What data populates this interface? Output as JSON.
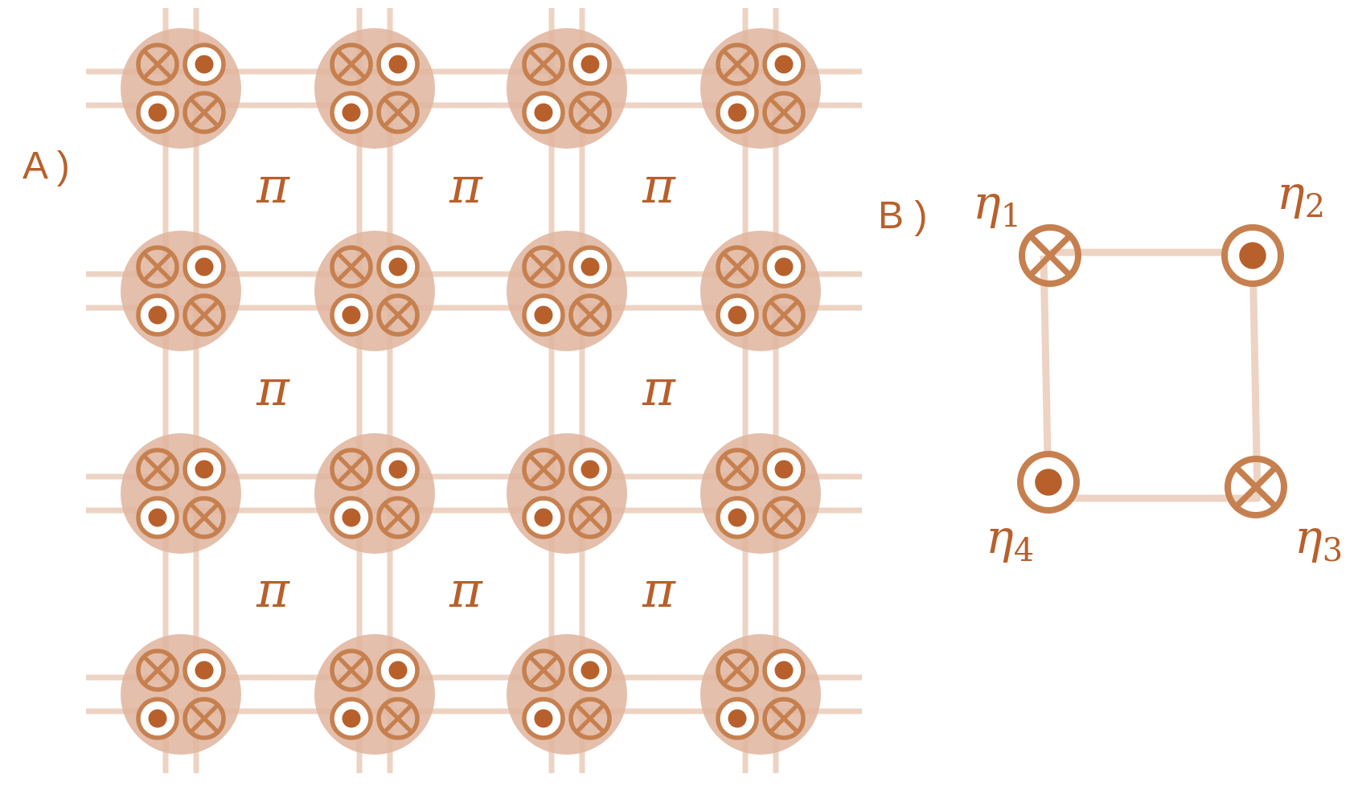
{
  "colors": {
    "accent": "#b8602c",
    "ring": "#c6804f",
    "line": "#edd3c3",
    "disk": "#dfb49d",
    "background": "#ffffff"
  },
  "panel_a": {
    "label": "A )",
    "rows": 4,
    "cols": 4,
    "cell_pattern": [
      [
        "cross",
        "dot"
      ],
      [
        "dot",
        "cross"
      ]
    ],
    "flux_label": "π",
    "flux_plaquettes": [
      {
        "row": 0,
        "col": 0
      },
      {
        "row": 0,
        "col": 1
      },
      {
        "row": 0,
        "col": 2
      },
      {
        "row": 1,
        "col": 0
      },
      {
        "row": 1,
        "col": 2
      },
      {
        "row": 2,
        "col": 0
      },
      {
        "row": 2,
        "col": 1
      },
      {
        "row": 2,
        "col": 2
      }
    ]
  },
  "panel_b": {
    "label": "B )",
    "corners": [
      {
        "symbol": "cross",
        "label": "η",
        "sub": "1"
      },
      {
        "symbol": "dot",
        "label": "η",
        "sub": "2"
      },
      {
        "symbol": "cross",
        "label": "η",
        "sub": "3"
      },
      {
        "symbol": "dot",
        "label": "η",
        "sub": "4"
      }
    ]
  }
}
